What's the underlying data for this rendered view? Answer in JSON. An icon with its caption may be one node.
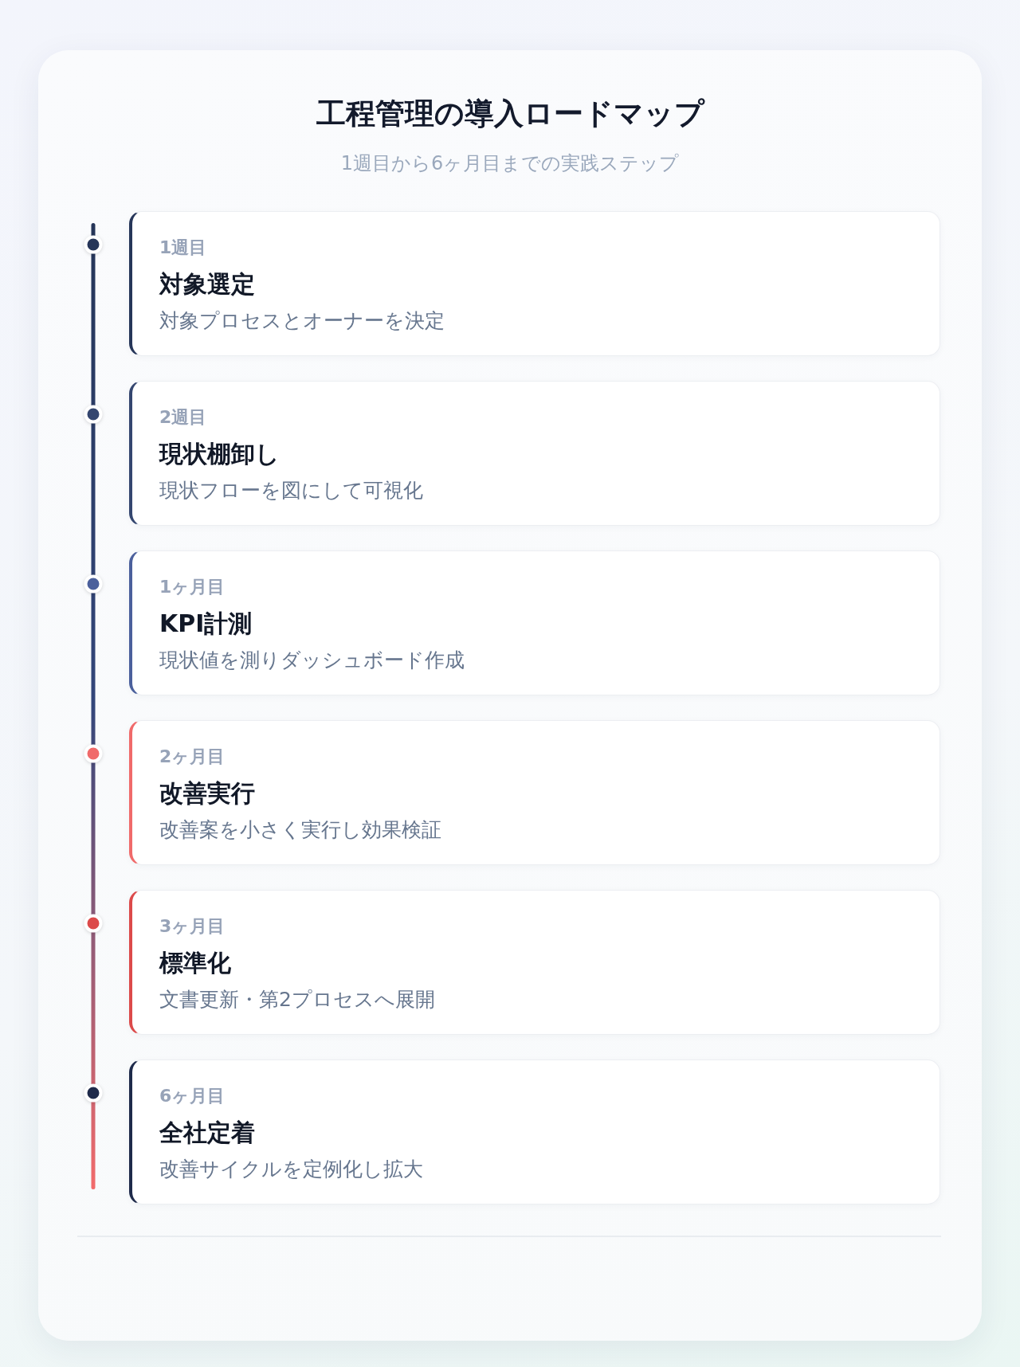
{
  "diagram": {
    "title": "工程管理の導入ロードマップ",
    "nodes": [
      {
        "text": [
          "1週目",
          "対象選定",
          "対象プロセスとオーナーを決定"
        ]
      },
      {
        "text": [
          "2週目",
          "現状棚卸し",
          "現状フローを図にして可視化"
        ]
      },
      {
        "text": [
          "1ヶ月目",
          "KPI計測",
          "現状値を測りダッシュボード作成"
        ]
      },
      {
        "text": [
          "2ヶ月目",
          "改善実行",
          "改善案を小さく実行し効果検証"
        ]
      },
      {
        "text": [
          "3ヶ月目",
          "標準化",
          "文書更新・第2プロセスへ展開"
        ]
      },
      {
        "text": [
          "6ヶ月目",
          "全社定着",
          "改善サイクルを定例化し拡大"
        ]
      }
    ],
    "labels": [
      "1週目から6ヶ月目までの実践ステップ"
    ]
  }
}
